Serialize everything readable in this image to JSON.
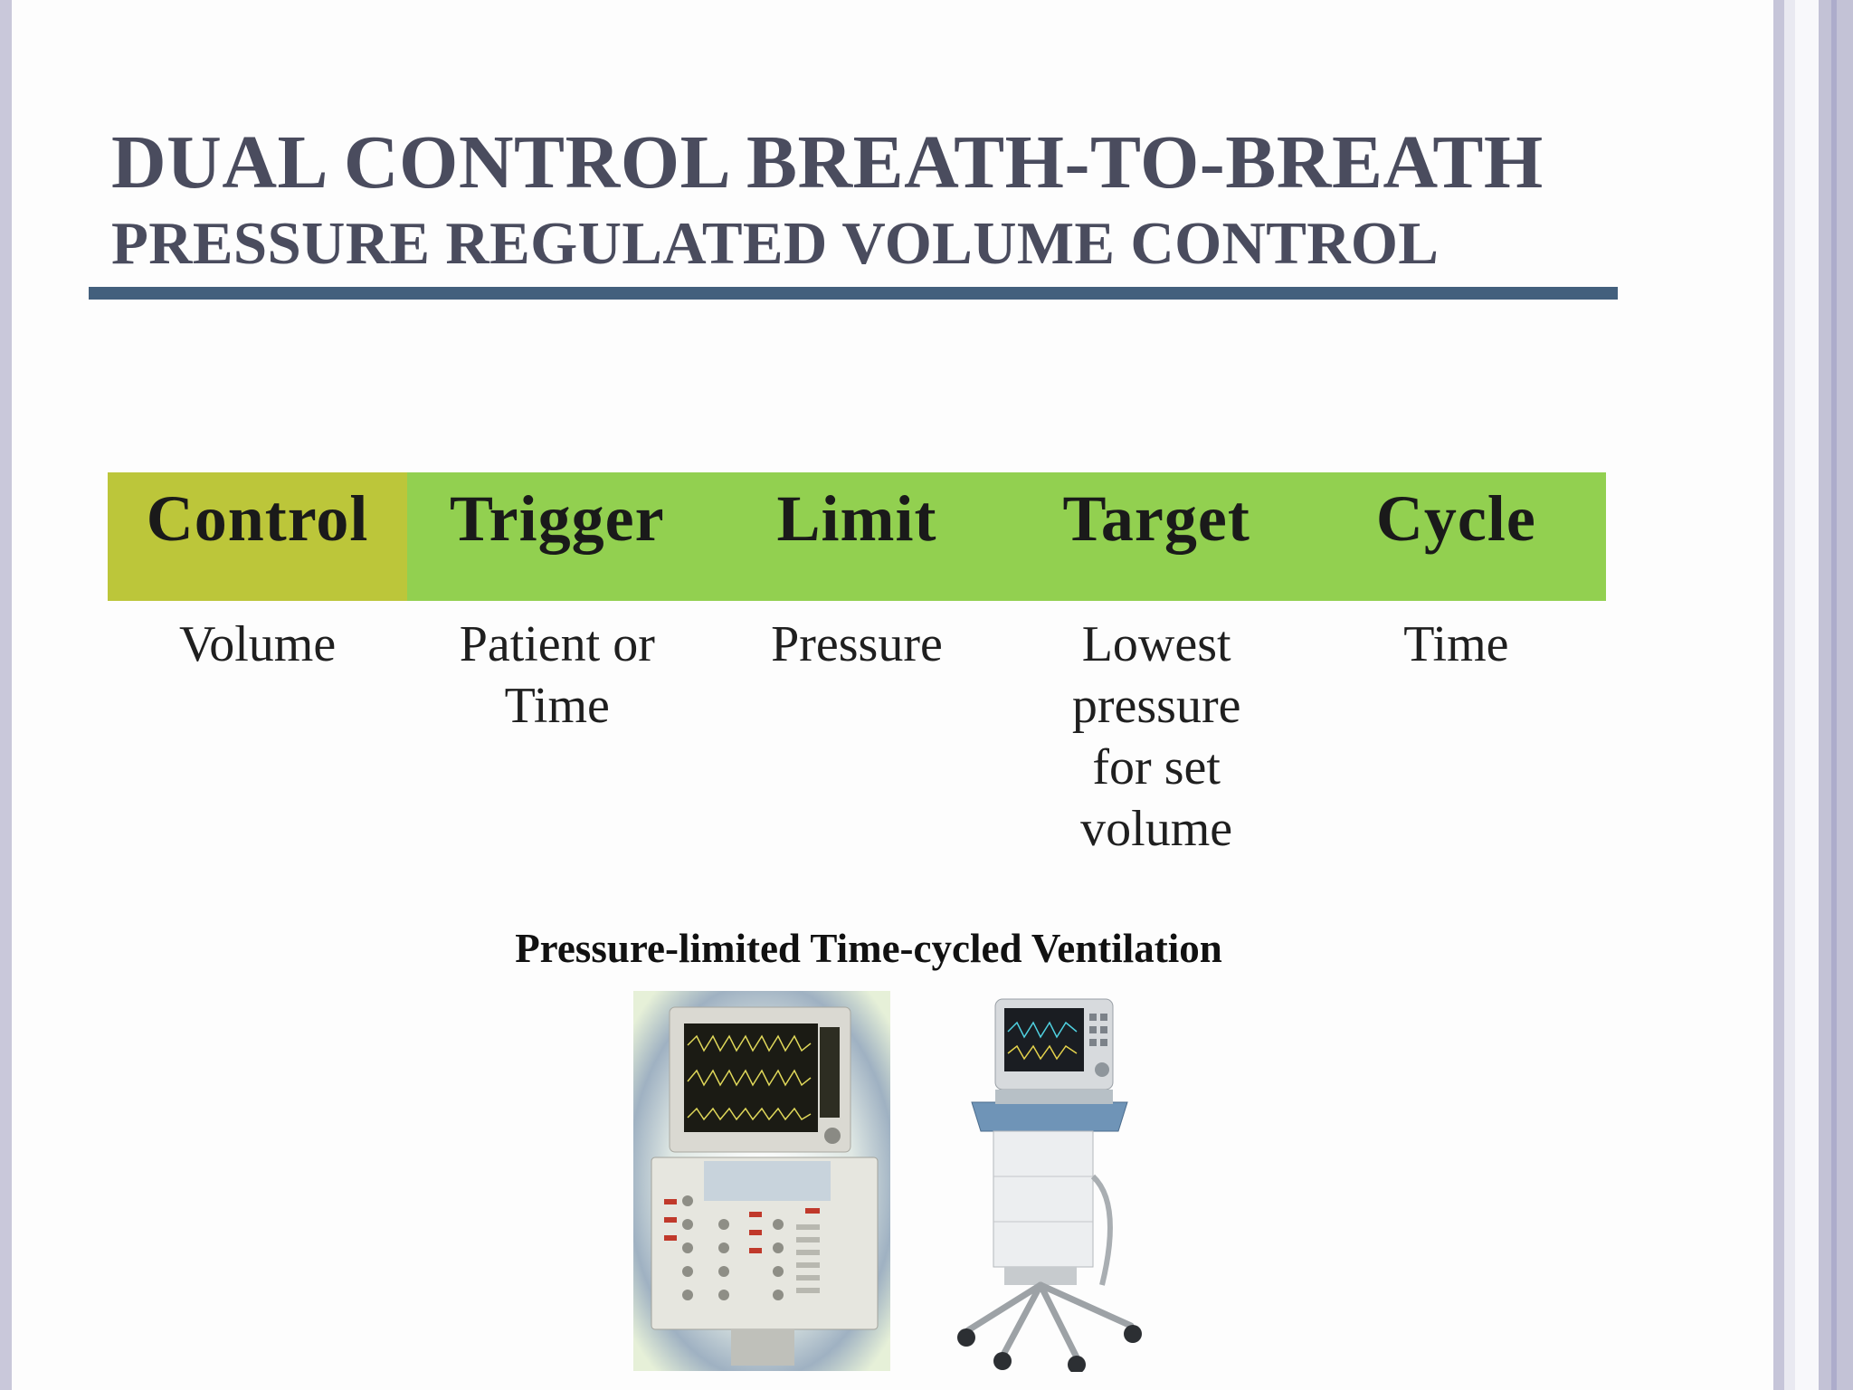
{
  "slide": {
    "title_main": "DUAL CONTROL BREATH-TO-BREATH",
    "title_sub": "PRESSURE REGULATED VOLUME CONTROL"
  },
  "table": {
    "headers": [
      "Control",
      "Trigger",
      "Limit",
      "Target",
      "Cycle"
    ],
    "row": [
      "Volume",
      "Patient or Time",
      "Pressure",
      "Lowest pressure for set volume",
      "Time"
    ]
  },
  "caption": "Pressure-limited Time-cycled Ventilation",
  "colors": {
    "title_text": "#4a4c5e",
    "title_rule": "#43607d",
    "header_green": "#92d050",
    "header_olive": "#bcc63a"
  },
  "images": [
    {
      "name": "ventilator-control-panel-photo"
    },
    {
      "name": "ventilator-on-cart-photo"
    }
  ]
}
